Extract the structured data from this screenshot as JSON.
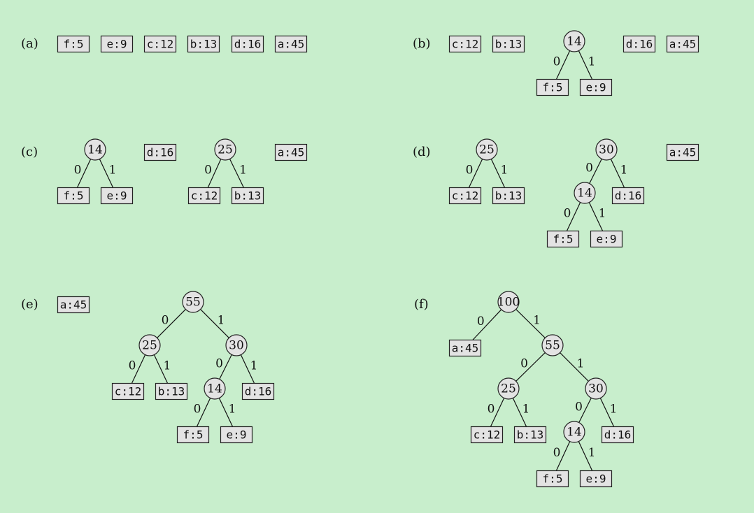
{
  "panels": [
    {
      "id": "a",
      "label": "(a)",
      "leaves": [
        {
          "id": "f",
          "text": "f:5"
        },
        {
          "id": "e",
          "text": "e:9"
        },
        {
          "id": "c",
          "text": "c:12"
        },
        {
          "id": "b",
          "text": "b:13"
        },
        {
          "id": "d",
          "text": "d:16"
        },
        {
          "id": "a",
          "text": "a:45"
        }
      ],
      "nodes": [],
      "edges": []
    },
    {
      "id": "b",
      "label": "(b)",
      "leaves": [
        {
          "id": "c",
          "text": "c:12"
        },
        {
          "id": "b",
          "text": "b:13"
        },
        {
          "id": "f",
          "text": "f:5"
        },
        {
          "id": "e",
          "text": "e:9"
        },
        {
          "id": "d",
          "text": "d:16"
        },
        {
          "id": "a",
          "text": "a:45"
        }
      ],
      "nodes": [
        {
          "id": "n14",
          "text": "14"
        }
      ],
      "edges": [
        {
          "from": "n14",
          "to": "f",
          "bit": "0"
        },
        {
          "from": "n14",
          "to": "e",
          "bit": "1"
        }
      ]
    },
    {
      "id": "c",
      "label": "(c)",
      "leaves": [
        {
          "id": "f",
          "text": "f:5"
        },
        {
          "id": "e",
          "text": "e:9"
        },
        {
          "id": "d",
          "text": "d:16"
        },
        {
          "id": "c",
          "text": "c:12"
        },
        {
          "id": "b",
          "text": "b:13"
        },
        {
          "id": "a",
          "text": "a:45"
        }
      ],
      "nodes": [
        {
          "id": "n14",
          "text": "14"
        },
        {
          "id": "n25",
          "text": "25"
        }
      ],
      "edges": [
        {
          "from": "n14",
          "to": "f",
          "bit": "0"
        },
        {
          "from": "n14",
          "to": "e",
          "bit": "1"
        },
        {
          "from": "n25",
          "to": "c",
          "bit": "0"
        },
        {
          "from": "n25",
          "to": "b",
          "bit": "1"
        }
      ]
    },
    {
      "id": "d",
      "label": "(d)",
      "leaves": [
        {
          "id": "c",
          "text": "c:12"
        },
        {
          "id": "b",
          "text": "b:13"
        },
        {
          "id": "d",
          "text": "d:16"
        },
        {
          "id": "f",
          "text": "f:5"
        },
        {
          "id": "e",
          "text": "e:9"
        },
        {
          "id": "a",
          "text": "a:45"
        }
      ],
      "nodes": [
        {
          "id": "n25",
          "text": "25"
        },
        {
          "id": "n30",
          "text": "30"
        },
        {
          "id": "n14",
          "text": "14"
        }
      ],
      "edges": [
        {
          "from": "n25",
          "to": "c",
          "bit": "0"
        },
        {
          "from": "n25",
          "to": "b",
          "bit": "1"
        },
        {
          "from": "n30",
          "to": "n14",
          "bit": "0"
        },
        {
          "from": "n30",
          "to": "d",
          "bit": "1"
        },
        {
          "from": "n14",
          "to": "f",
          "bit": "0"
        },
        {
          "from": "n14",
          "to": "e",
          "bit": "1"
        }
      ]
    },
    {
      "id": "e",
      "label": "(e)",
      "leaves": [
        {
          "id": "a",
          "text": "a:45"
        },
        {
          "id": "c",
          "text": "c:12"
        },
        {
          "id": "b",
          "text": "b:13"
        },
        {
          "id": "d",
          "text": "d:16"
        },
        {
          "id": "f",
          "text": "f:5"
        },
        {
          "id": "e",
          "text": "e:9"
        }
      ],
      "nodes": [
        {
          "id": "n55",
          "text": "55"
        },
        {
          "id": "n25",
          "text": "25"
        },
        {
          "id": "n30",
          "text": "30"
        },
        {
          "id": "n14",
          "text": "14"
        }
      ],
      "edges": [
        {
          "from": "n55",
          "to": "n25",
          "bit": "0"
        },
        {
          "from": "n55",
          "to": "n30",
          "bit": "1"
        },
        {
          "from": "n25",
          "to": "c",
          "bit": "0"
        },
        {
          "from": "n25",
          "to": "b",
          "bit": "1"
        },
        {
          "from": "n30",
          "to": "n14",
          "bit": "0"
        },
        {
          "from": "n30",
          "to": "d",
          "bit": "1"
        },
        {
          "from": "n14",
          "to": "f",
          "bit": "0"
        },
        {
          "from": "n14",
          "to": "e",
          "bit": "1"
        }
      ]
    },
    {
      "id": "f",
      "label": "(f)",
      "leaves": [
        {
          "id": "a",
          "text": "a:45"
        },
        {
          "id": "c",
          "text": "c:12"
        },
        {
          "id": "b",
          "text": "b:13"
        },
        {
          "id": "d",
          "text": "d:16"
        },
        {
          "id": "f",
          "text": "f:5"
        },
        {
          "id": "e",
          "text": "e:9"
        }
      ],
      "nodes": [
        {
          "id": "n100",
          "text": "100"
        },
        {
          "id": "n55",
          "text": "55"
        },
        {
          "id": "n25",
          "text": "25"
        },
        {
          "id": "n30",
          "text": "30"
        },
        {
          "id": "n14",
          "text": "14"
        }
      ],
      "edges": [
        {
          "from": "n100",
          "to": "a",
          "bit": "0"
        },
        {
          "from": "n100",
          "to": "n55",
          "bit": "1"
        },
        {
          "from": "n55",
          "to": "n25",
          "bit": "0"
        },
        {
          "from": "n55",
          "to": "n30",
          "bit": "1"
        },
        {
          "from": "n25",
          "to": "c",
          "bit": "0"
        },
        {
          "from": "n25",
          "to": "b",
          "bit": "1"
        },
        {
          "from": "n30",
          "to": "n14",
          "bit": "0"
        },
        {
          "from": "n30",
          "to": "d",
          "bit": "1"
        },
        {
          "from": "n14",
          "to": "f",
          "bit": "0"
        },
        {
          "from": "n14",
          "to": "e",
          "bit": "1"
        }
      ]
    }
  ]
}
